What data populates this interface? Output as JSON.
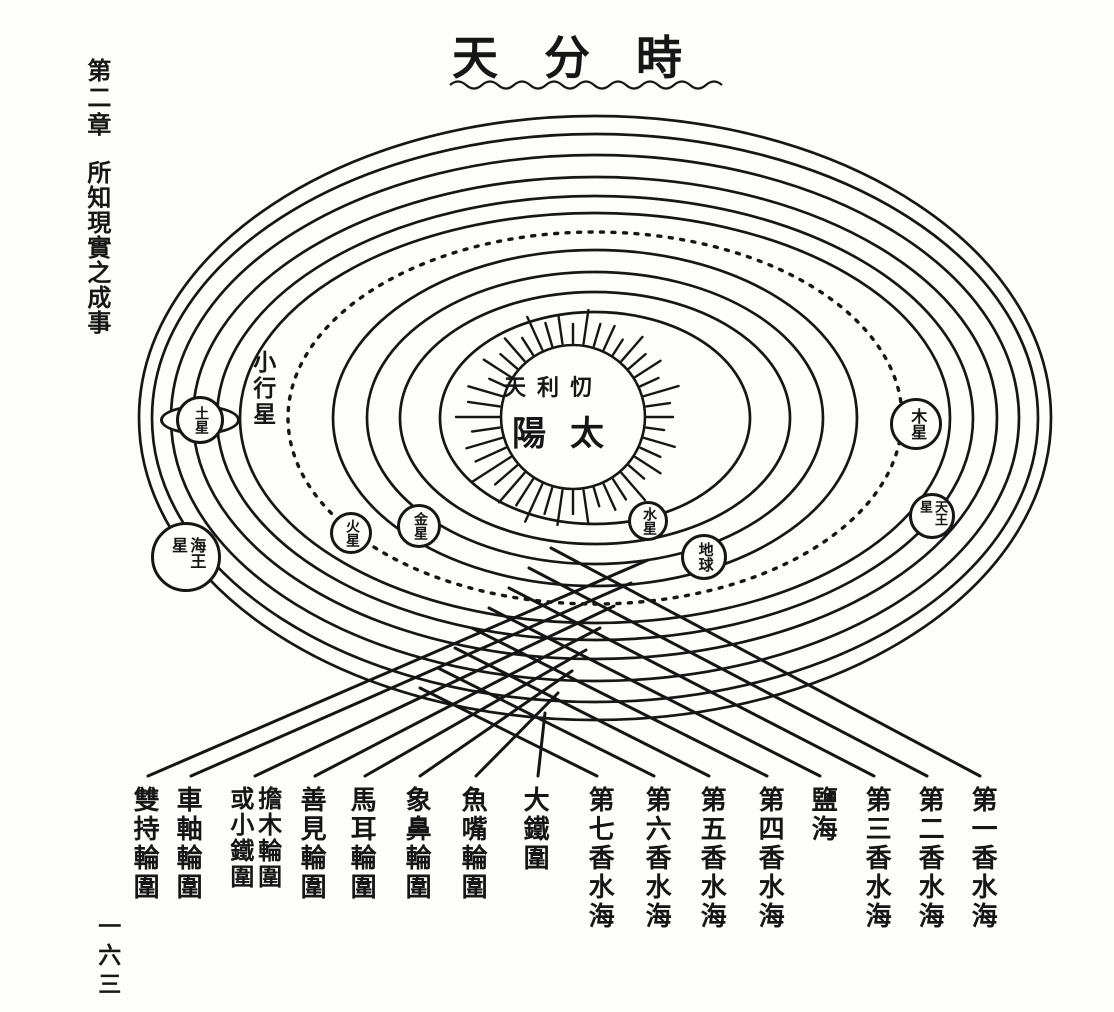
{
  "page_title": "天分時",
  "margin": {
    "chapter": "第二章",
    "section": "所知現實之成事"
  },
  "page_number": "一六三",
  "diagram": {
    "sun": {
      "line1": "天利忉",
      "line2": "陽太"
    },
    "asteroid_belt_label": "小行星",
    "planets": [
      {
        "id": "saturn",
        "label": "土星"
      },
      {
        "id": "neptune",
        "label": "海王星"
      },
      {
        "id": "mars",
        "label": "火星"
      },
      {
        "id": "venus",
        "label": "金星"
      },
      {
        "id": "mercury",
        "label": "水星"
      },
      {
        "id": "earth",
        "label": "地球"
      },
      {
        "id": "jupiter",
        "label": "木星"
      },
      {
        "id": "uranus",
        "label": "天王星"
      }
    ],
    "ring_labels": [
      "雙持輪圍",
      "車軸輪圍",
      "擔木輪圍或小鐵圍",
      "善見輪圍",
      "馬耳輪圍",
      "象鼻輪圍",
      "魚嘴輪圍",
      "大鐵圍",
      "第七香水海",
      "第六香水海",
      "第五香水海",
      "第四香水海",
      "鹽海",
      "第三香水海",
      "第二香水海",
      "第一香水海"
    ]
  }
}
